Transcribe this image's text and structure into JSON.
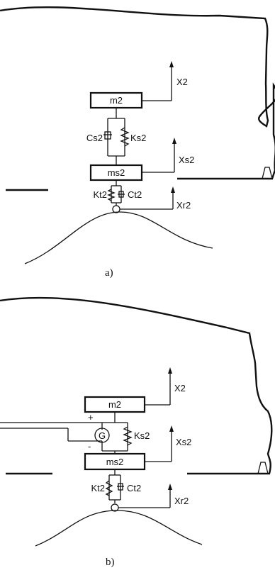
{
  "panel_a": {
    "caption": "a)",
    "mass_body": "m2",
    "mass_susp": "ms2",
    "damper_susp": "Cs2",
    "spring_susp": "Ks2",
    "spring_tire": "Kt2",
    "damper_tire": "Ct2",
    "disp_body": "X2",
    "disp_susp": "Xs2",
    "disp_road": "Xr2"
  },
  "panel_b": {
    "caption": "b)",
    "mass_body": "m2",
    "mass_susp": "ms2",
    "generator": "G",
    "plus": "+",
    "minus": "-",
    "spring_susp": "Ks2",
    "spring_tire": "Kt2",
    "damper_tire": "Ct2",
    "disp_body": "X2",
    "disp_susp": "Xs2",
    "disp_road": "Xr2"
  }
}
